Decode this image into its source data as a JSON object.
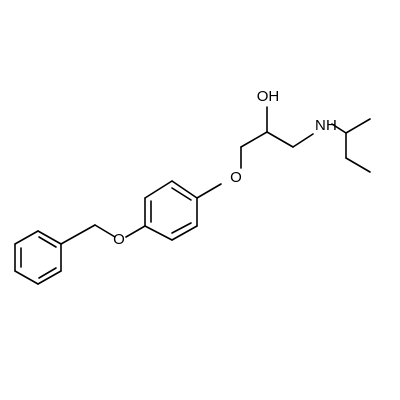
{
  "molecule": {
    "atoms": {
      "oxygen_hydroxyl": "OH",
      "nitrogen_amine": "N",
      "hydrogen_amine": "H",
      "oxygen_ether_right": "O",
      "oxygen_ether_left": "O"
    },
    "colors": {
      "bond": "#000000",
      "label": "#000000",
      "background": "#ffffff"
    }
  }
}
